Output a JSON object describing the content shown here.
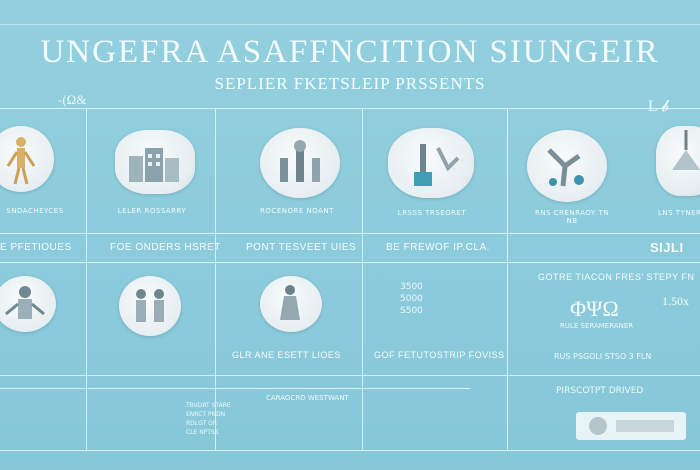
{
  "header": {
    "title": "UNGEFRA ASAFFNCITION SIUNGEIR",
    "subtitle": "SEPLIER FKETSLEIP PRSSENTS",
    "corner_left": "-(Ω&",
    "corner_right": "L 𝓫"
  },
  "row1": {
    "labels": [
      "SNDACHEYCES",
      "LELER ROSSARRY",
      "ROCENORE NOANT",
      "LRSSS TRSEORET",
      "RNS CRENRAOY TN NB",
      "LNS TYNERT"
    ],
    "section_labels": [
      "E PFETIOUES",
      "FOE ONDERS HSRET",
      "PONT TESVEET UIES",
      "BE FREWOF IP.CLA.",
      "SIJLI"
    ]
  },
  "row2": {
    "labels": [
      "GLR ANE ESETT LIOES",
      "GOF FETUTOSTRIP FOVISS"
    ],
    "right_heading": "GOTRE TIACON FRES' STEPY FN",
    "stat_left": "ΦΨΩ",
    "stat_right": "1.50x",
    "stat_caption": "RULE SERAMERANER",
    "stat_block": [
      "3500",
      "5000",
      "S500"
    ]
  },
  "row3": {
    "notes": [
      "RUS PSGOLI STSO 3 FLN"
    ],
    "footer_center": "CARAGCRO WESTWANT",
    "footer_right": "PIRSCOTPT DRIVED",
    "footer_small": [
      "TBVDRT STARE",
      "ENRCT PNDN",
      "RDLGT OR",
      "CLE NPTSS"
    ]
  }
}
